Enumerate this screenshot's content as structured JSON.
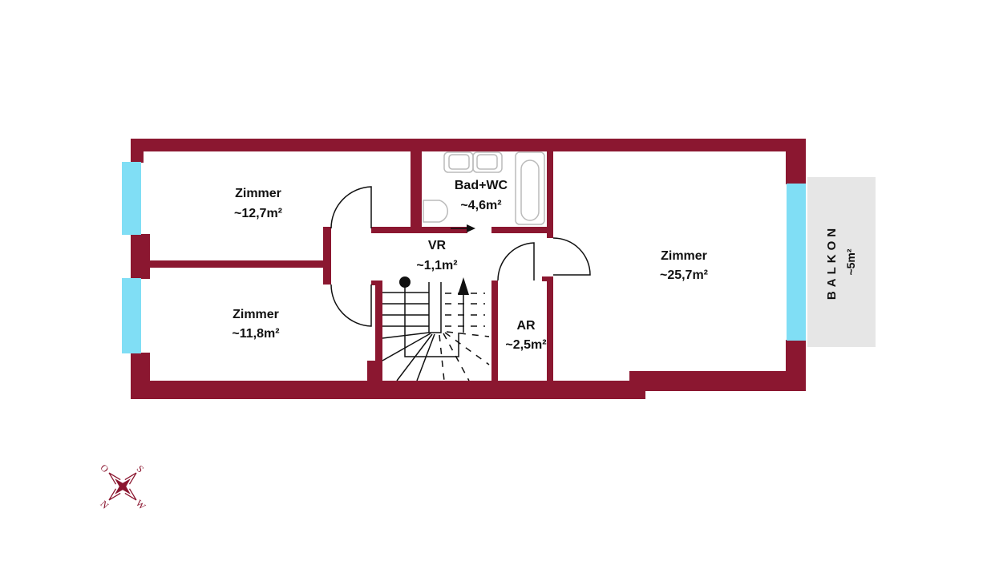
{
  "rooms": [
    {
      "name": "Zimmer",
      "area": "~12,7m²"
    },
    {
      "name": "Zimmer",
      "area": "~11,8m²"
    },
    {
      "name": "Bad+WC",
      "area": "~4,6m²"
    },
    {
      "name": "VR",
      "area": "~1,1m²"
    },
    {
      "name": "AR",
      "area": "~2,5m²"
    },
    {
      "name": "Zimmer",
      "area": "~25,7m²"
    }
  ],
  "balcony": {
    "name": "BALKON",
    "area": "~5m²"
  },
  "compass": {
    "north": "N",
    "south": "S",
    "east": "O",
    "west": "W"
  },
  "colors": {
    "wall": "#8b1730",
    "window": "#80def5",
    "balcony": "#e6e6e6"
  }
}
